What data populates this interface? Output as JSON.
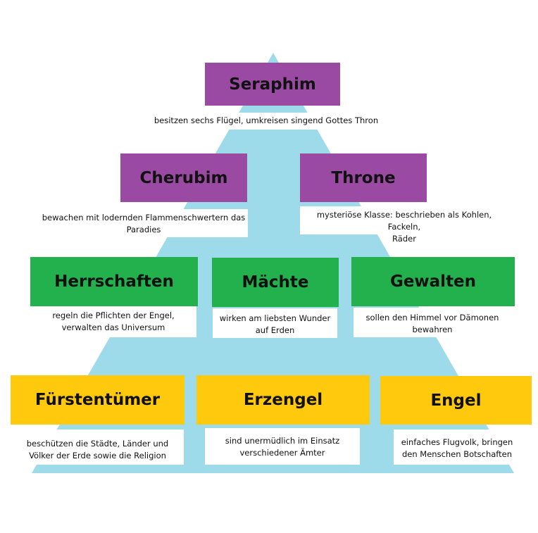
{
  "colors": {
    "pyramid": "#9ddaea",
    "tier1": "#9b4aa3",
    "tier2": "#22b14c",
    "tier3": "#ffc90e"
  },
  "tier1": {
    "seraphim": {
      "title": "Seraphim",
      "note": "besitzen sechs Flügel, umkreisen singend Gottes Thron"
    },
    "cherubim": {
      "title": "Cherubim",
      "note": "bewachen mit lodernden Flammenschwertern das\nParadies"
    },
    "throne": {
      "title": "Throne",
      "note": "mysteriöse Klasse: beschrieben als Kohlen, Fackeln,\nRäder"
    }
  },
  "tier2": {
    "herrschaften": {
      "title": "Herrschaften",
      "note": "regeln die Pflichten der Engel,\nverwalten das Universum"
    },
    "maechte": {
      "title": "Mächte",
      "note": "wirken am liebsten Wunder\nauf Erden"
    },
    "gewalten": {
      "title": "Gewalten",
      "note": "sollen den Himmel vor Dämonen\nbewahren"
    }
  },
  "tier3": {
    "fuerstentuemer": {
      "title": "Fürstentümer",
      "note": "beschützen die Städte, Länder und\nVölker der Erde sowie die Religion"
    },
    "erzengel": {
      "title": "Erzengel",
      "note": "sind unermüdlich im Einsatz\nverschiedener Ämter"
    },
    "engel": {
      "title": "Engel",
      "note": "einfaches Flugvolk, bringen\nden Menschen Botschaften"
    }
  }
}
